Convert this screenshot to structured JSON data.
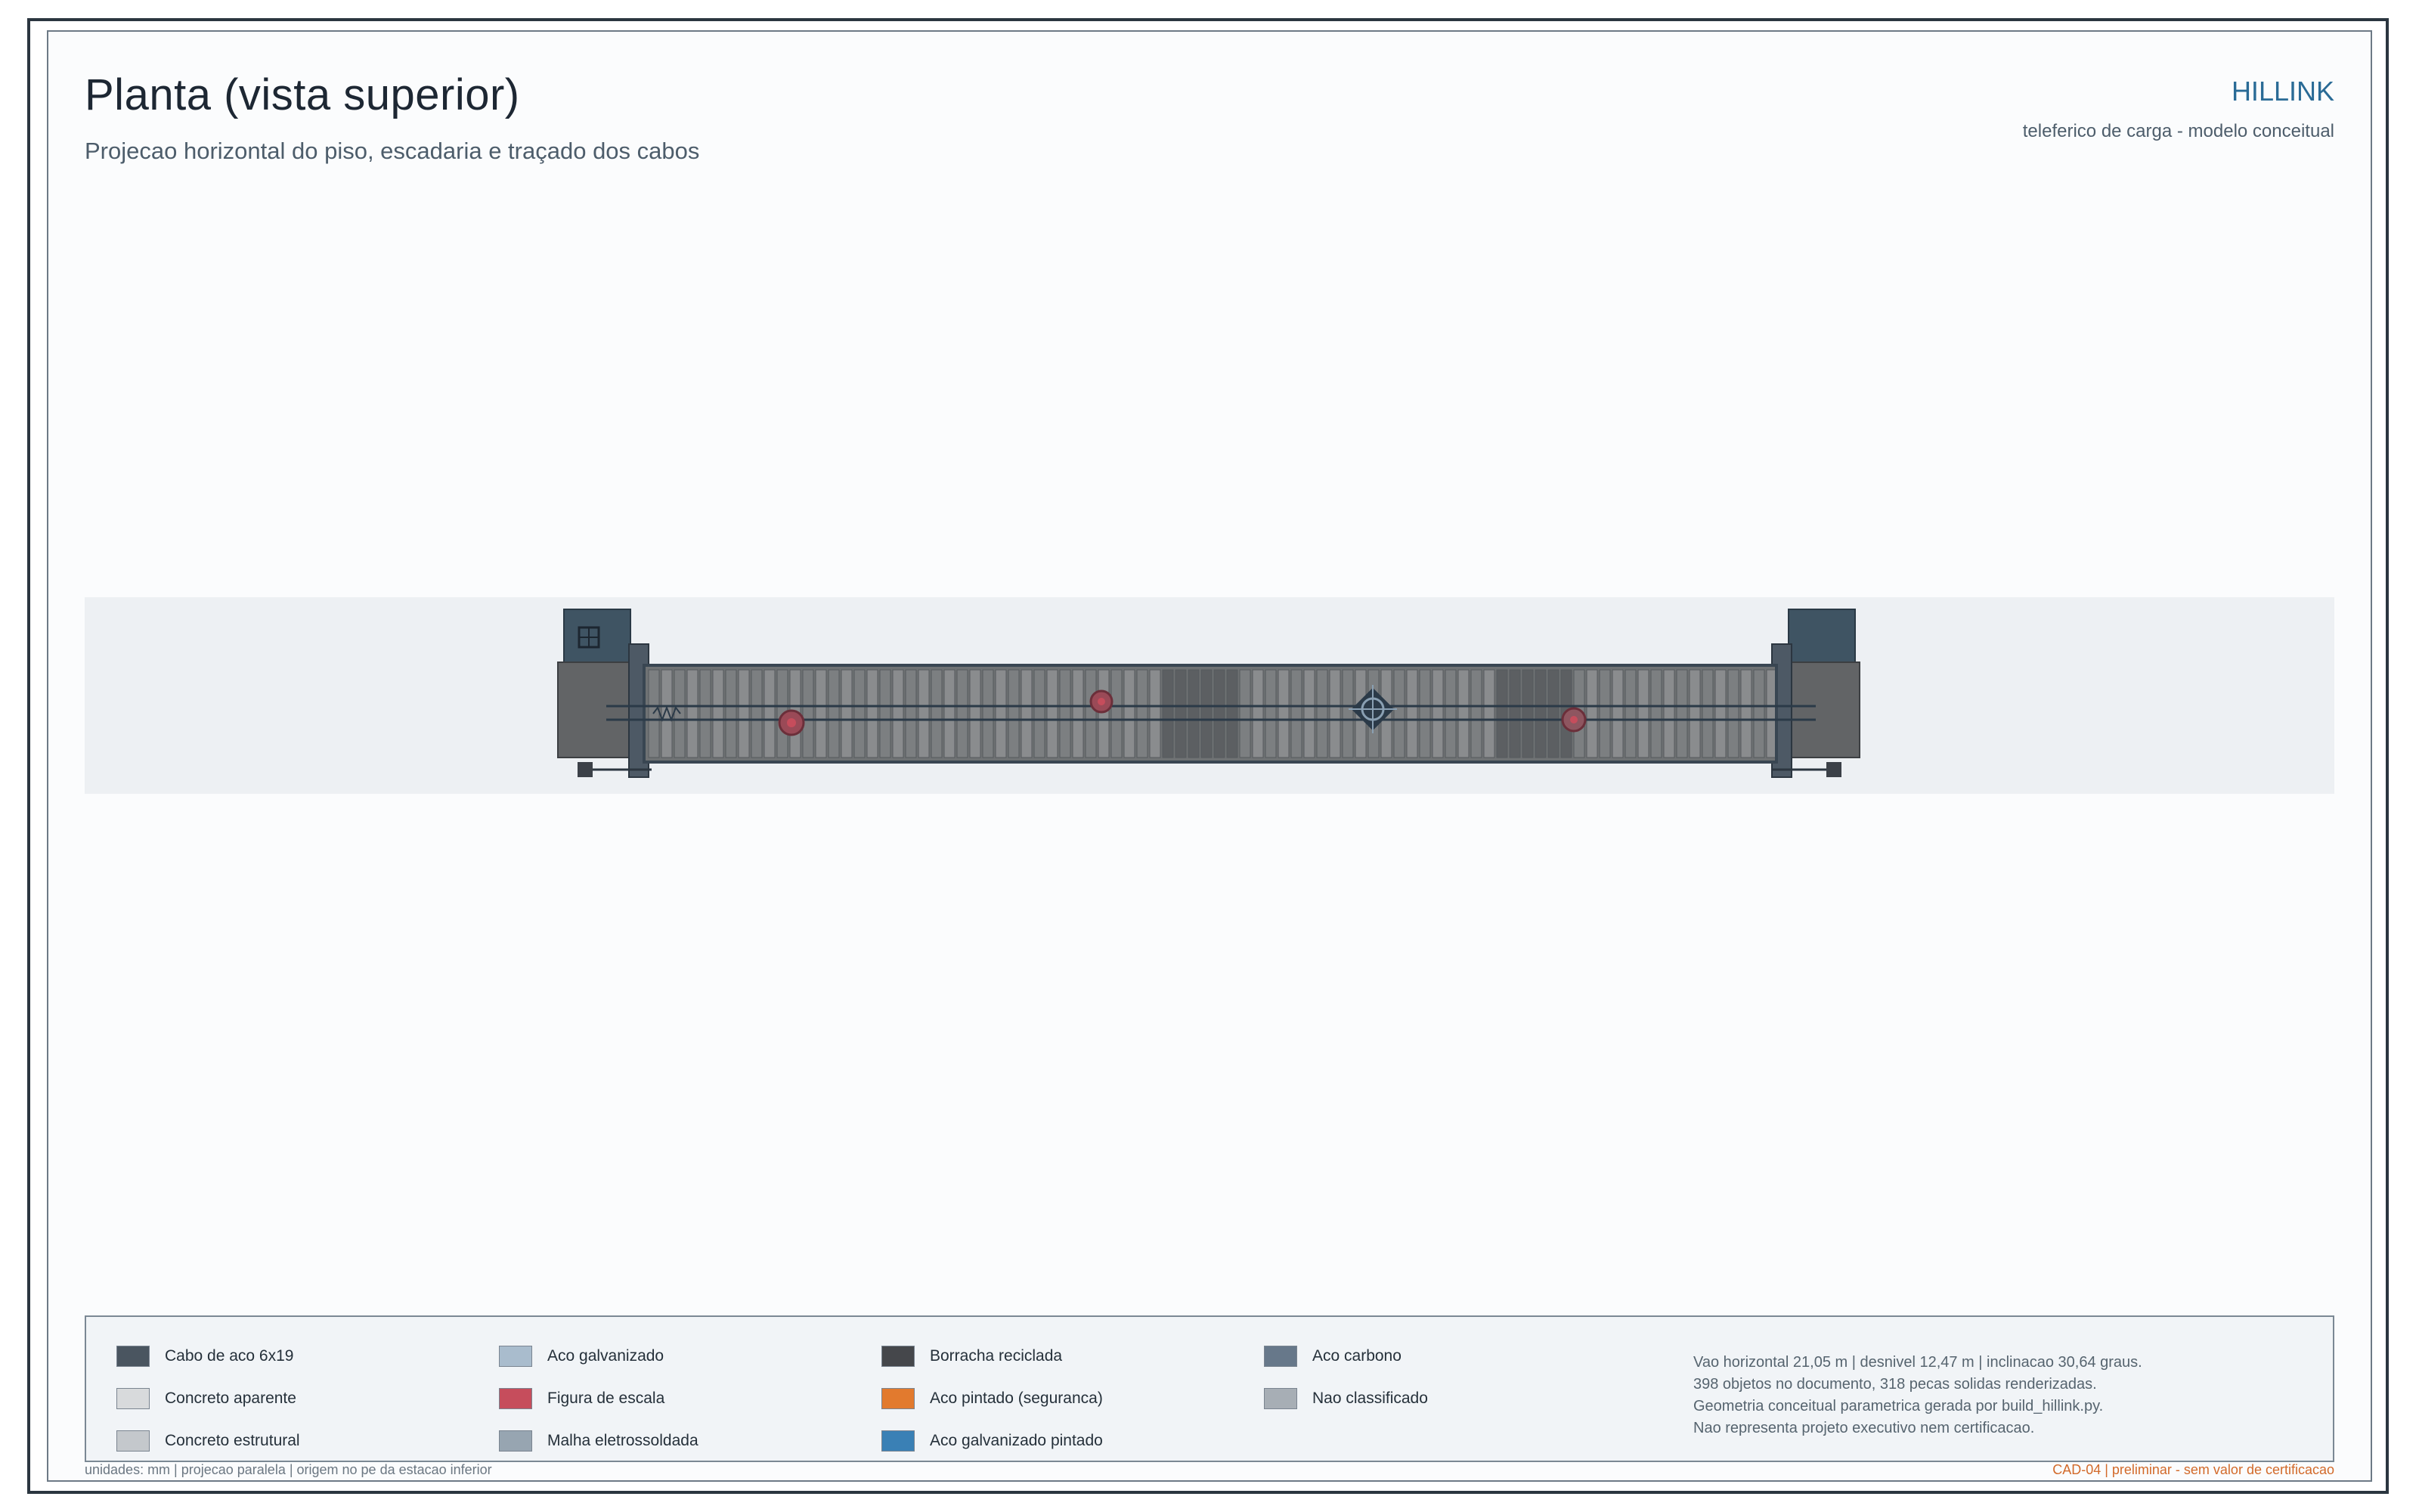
{
  "header": {
    "title": "Planta (vista superior)",
    "subtitle": "Projecao horizontal do piso, escadaria e traçado dos cabos",
    "brand": "HILLINK",
    "brand_subtitle": "teleferico de carga - modelo conceitual"
  },
  "legend": {
    "items": [
      {
        "label": "Cabo de aco 6x19",
        "color": "#4a5560"
      },
      {
        "label": "Concreto aparente",
        "color": "#d8dadc"
      },
      {
        "label": "Concreto estrutural",
        "color": "#c4c8cc"
      },
      {
        "label": "Aco galvanizado",
        "color": "#a9bccd"
      },
      {
        "label": "Figura de escala",
        "color": "#c64d5c"
      },
      {
        "label": "Malha eletrossoldada",
        "color": "#97a5b1"
      },
      {
        "label": "Borracha reciclada",
        "color": "#45474b"
      },
      {
        "label": "Aco pintado (seguranca)",
        "color": "#e27a2e"
      },
      {
        "label": "Aco galvanizado pintado",
        "color": "#3a80b5"
      },
      {
        "label": "Aco carbono",
        "color": "#67788a"
      },
      {
        "label": "Nao classificado",
        "color": "#a7aeb5"
      }
    ]
  },
  "info": {
    "lines": [
      "Vao horizontal 21,05 m | desnivel 12,47 m | inclinacao 30,64 graus.",
      "398 objetos no documento, 318 pecas solidas renderizadas.",
      "Geometria conceitual parametrica gerada por build_hillink.py.",
      "Nao representa projeto executivo nem certificacao."
    ]
  },
  "footer": {
    "left": "unidades: mm  |  projecao paralela  |  origem no pe da estacao inferior",
    "right": "CAD-04  |  preliminar - sem valor de certificacao"
  }
}
